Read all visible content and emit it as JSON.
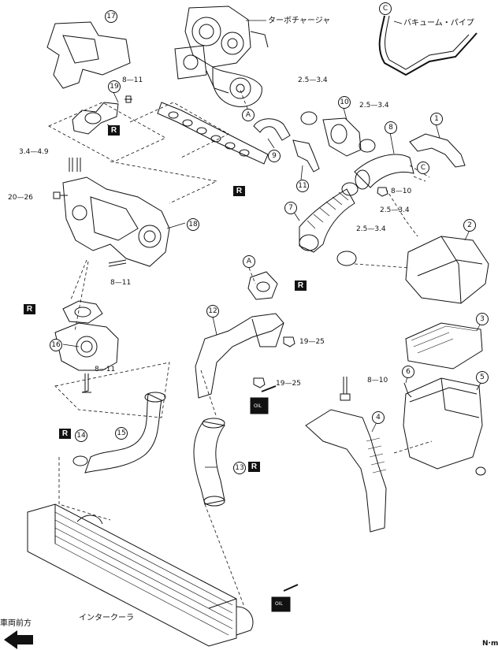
{
  "labels": {
    "turbocharger": "ターボチャージャ",
    "vacuum_pipe": "バキューム・パイプ",
    "intercooler": "インタークーラ",
    "front_direction": "車両前方",
    "unit": "N·m",
    "R": "R",
    "oil": "OIL"
  },
  "reference_letters": {
    "A": "A",
    "C": "C"
  },
  "part_numbers": [
    "1",
    "2",
    "3",
    "4",
    "5",
    "6",
    "7",
    "8",
    "9",
    "10",
    "11",
    "12",
    "13",
    "14",
    "15",
    "16",
    "17",
    "18",
    "19"
  ],
  "torques": {
    "t_8_11_a": "8—11",
    "t_34_49": "3.4—4.9",
    "t_20_26": "20—26",
    "t_8_11_b": "8—11",
    "t_8_11_c": "8—11",
    "t_25_34_a": "2.5—3.4",
    "t_25_34_b": "2.5—3.4",
    "t_8_10_a": "8—10",
    "t_25_34_c": "2.5—3.4",
    "t_25_34_d": "2.5—3.4",
    "t_19_25_a": "19—25",
    "t_19_25_b": "19—25",
    "t_8_10_b": "8—10"
  }
}
